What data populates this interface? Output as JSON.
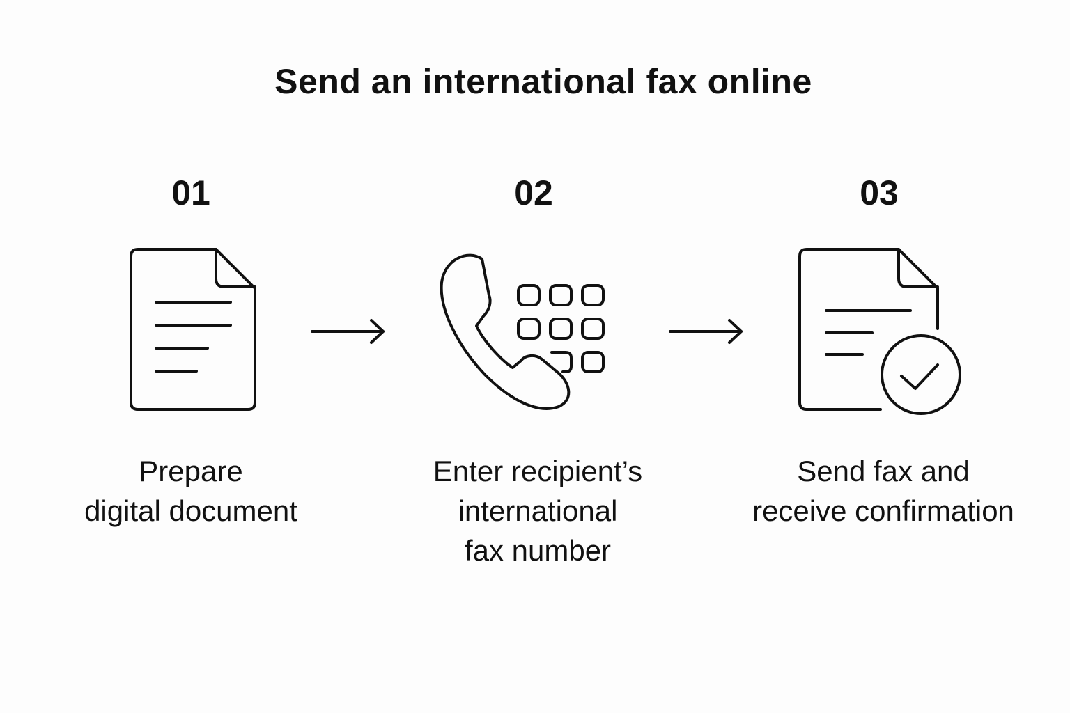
{
  "title": "Send an international fax online",
  "steps": [
    {
      "number": "01",
      "label": "Prepare\ndigital document",
      "icon": "document-icon"
    },
    {
      "number": "02",
      "label": "Enter recipient’s\ninternational\nfax number",
      "icon": "phone-keypad-icon"
    },
    {
      "number": "03",
      "label": "Send fax and\nreceive confirmation",
      "icon": "document-check-icon"
    }
  ],
  "connectors": [
    "arrow-right-icon",
    "arrow-right-icon"
  ],
  "colors": {
    "background": "#fdfdfd",
    "ink": "#111111"
  }
}
